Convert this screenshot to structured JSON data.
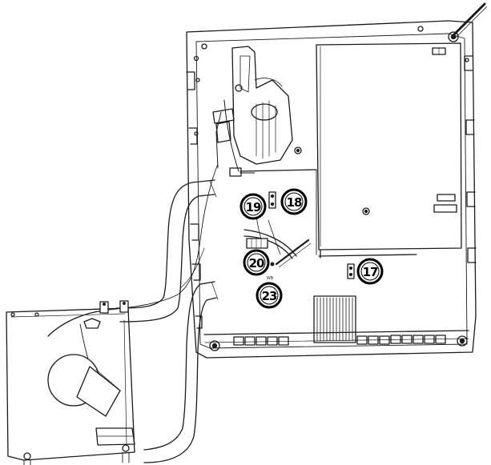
{
  "figure": {
    "callouts": [
      {
        "id": "c17",
        "label": "17"
      },
      {
        "id": "c18",
        "label": "18"
      },
      {
        "id": "c19",
        "label": "19"
      },
      {
        "id": "c20",
        "label": "20"
      },
      {
        "id": "c23",
        "label": "23"
      }
    ],
    "small_text": "WB",
    "colors": {
      "line": "#1a1a1a",
      "paper": "#ffffff",
      "callout_fill": "#000000"
    }
  }
}
